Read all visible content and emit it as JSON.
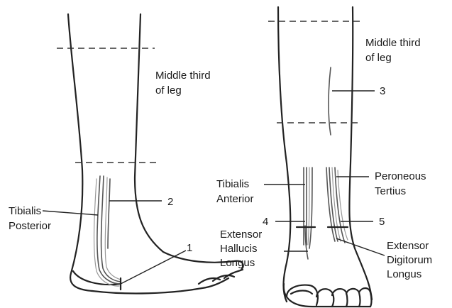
{
  "labels": {
    "left_middle_third": [
      "Middle third",
      "of leg"
    ],
    "right_middle_third": [
      "Middle third",
      "of leg"
    ],
    "tibialis_posterior": [
      "Tibialis",
      "Posterior"
    ],
    "tibialis_anterior": [
      "Tibialis",
      "Anterior"
    ],
    "peroneous_tertius": [
      "Peroneous",
      "Tertius"
    ],
    "extensor_hallucis_longus": [
      "Extensor",
      "Hallucis",
      "Longus"
    ],
    "extensor_digitorum_longus": [
      "Extensor",
      "Digitorum",
      "Longus"
    ]
  },
  "numbers": {
    "n1": "1",
    "n2": "2",
    "n3": "3",
    "n4": "4",
    "n5": "5"
  }
}
